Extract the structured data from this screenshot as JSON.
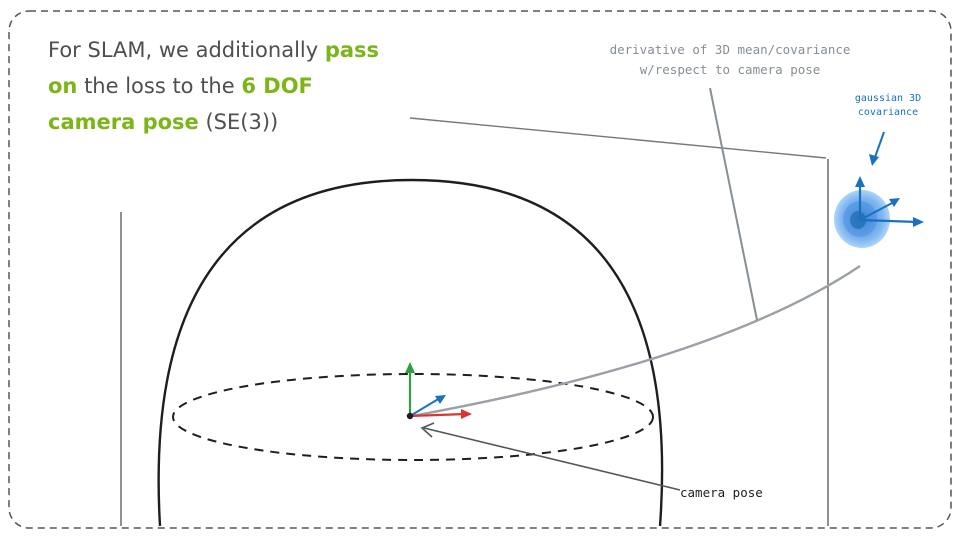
{
  "headline": {
    "part1": "For SLAM, we additionally ",
    "highlight1": "pass on",
    "part2": " the loss to the ",
    "highlight2": "6 DOF camera pose",
    "part3": " (SE(3))"
  },
  "annotations": {
    "derivative_line1": "derivative of 3D mean/covariance",
    "derivative_line2": "w/respect to camera pose",
    "gaussian_line1": "gaussian 3D",
    "gaussian_line2": "covariance",
    "camera_pose": "camera pose"
  },
  "colors": {
    "accent_green": "#7cb518",
    "text_gray": "#4f4f4f",
    "annotation_gray": "#868e96",
    "blue": "#1971c2",
    "axis_red": "#e03131",
    "axis_green": "#2f9e44",
    "stroke": "#1e1e1e"
  }
}
